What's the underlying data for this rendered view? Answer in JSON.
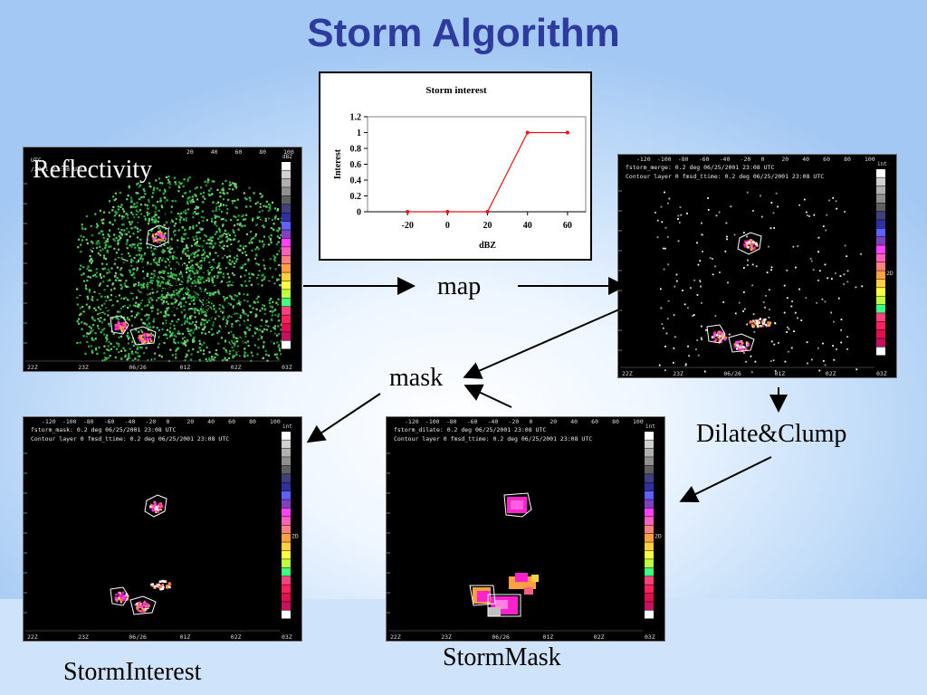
{
  "slide": {
    "title": "Storm Algorithm"
  },
  "labels": {
    "reflectivity": "Reflectivity",
    "map": "map",
    "mask": "mask",
    "dilate_clump": "Dilate&Clump",
    "storm_interest": "StormInterest",
    "storm_mask": "StormMask"
  },
  "panels": {
    "reflectivity": {
      "axis_top": [
        "20",
        "40",
        "60",
        "80",
        "100"
      ],
      "header1": "UTC",
      "header2": "/2001 23:08 UTC",
      "axis_bottom": [
        "22Z",
        "23Z",
        "06/26",
        "01Z",
        "02Z",
        "03Z"
      ],
      "legend_label": "dBZ"
    },
    "merge": {
      "axis_top": [
        "-120",
        "-100",
        "-80",
        "-60",
        "-40",
        "-20",
        "0",
        "20",
        "40",
        "60",
        "80",
        "100"
      ],
      "header1": "fstorm_merge: 0.2 deg 06/25/2001 23:08 UTC",
      "header2": "Contour layer 0 fmsd_ttime: 0.2 deg 06/25/2001 23:08 UTC",
      "axis_bottom": [
        "22Z",
        "23Z",
        "06/26",
        "01Z",
        "02Z",
        "03Z"
      ],
      "legend_label": "int",
      "side_label": "2D"
    },
    "mask": {
      "axis_top": [
        "-120",
        "-100",
        "-80",
        "-60",
        "-40",
        "-20",
        "0",
        "20",
        "40",
        "60",
        "80",
        "100"
      ],
      "header1": "fstorm_mask: 0.2 deg 06/25/2001 23:08 UTC",
      "header2": "Contour layer 0 fmsd_ttime: 0.2 deg 06/25/2001 23:08 UTC",
      "axis_bottom": [
        "22Z",
        "23Z",
        "06/26",
        "01Z",
        "02Z",
        "03Z"
      ],
      "legend_label": "int",
      "side_label": "2D"
    },
    "dilate": {
      "axis_top": [
        "-120",
        "-100",
        "-80",
        "-60",
        "-40",
        "-20",
        "0",
        "20",
        "40",
        "60",
        "80",
        "100"
      ],
      "header1": "fstorm_dilate: 0.2 deg 06/25/2001 23:08 UTC",
      "header2": "Contour layer 0 fmsd_ttime: 0.2 deg 06/25/2001 23:08 UTC",
      "axis_bottom": [
        "22Z",
        "23Z",
        "06/26",
        "01Z",
        "02Z",
        "03Z"
      ],
      "legend_label": "int",
      "side_label": "2D"
    }
  },
  "colors": {
    "title": "#2d3a9e",
    "curve": "#ee1111",
    "radar_bg": "#000000",
    "storm_pink": "#ff22cc",
    "reflectivity_green": "#2fb84a"
  },
  "chart_data": {
    "type": "line",
    "title": "Storm interest",
    "xlabel": "dBZ",
    "ylabel": "Interest",
    "x_ticks": [
      "-20",
      "0",
      "20",
      "40",
      "60"
    ],
    "y_ticks": [
      "0",
      "0.2",
      "0.4",
      "0.6",
      "0.8",
      "1",
      "1.2"
    ],
    "xlim": [
      -40,
      70
    ],
    "ylim": [
      0,
      1.2
    ],
    "series": [
      {
        "x": [
          -20,
          0,
          20,
          40,
          60
        ],
        "y": [
          0,
          0,
          0,
          1,
          1
        ]
      }
    ]
  }
}
